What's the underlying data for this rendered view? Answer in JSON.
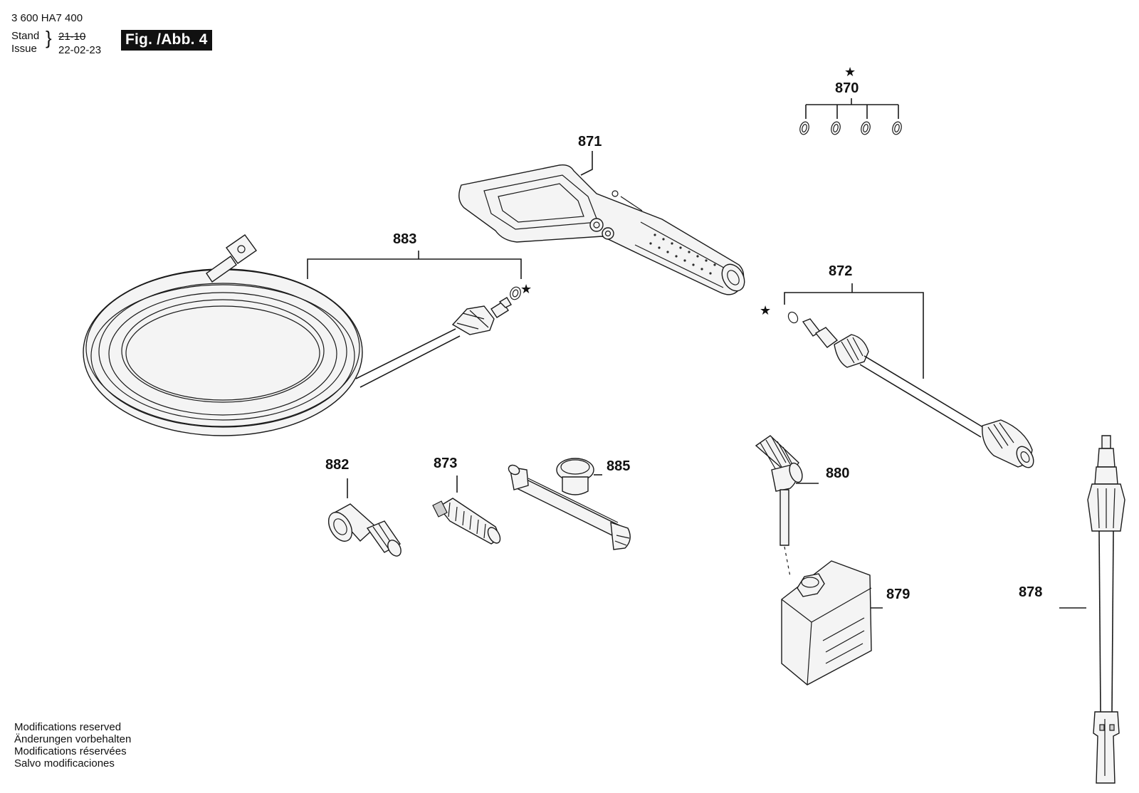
{
  "header": {
    "drawing_number": "3 600 HA7 400",
    "stand_label": "Stand",
    "issue_label": "Issue",
    "old_date": "21-10",
    "new_date": "22-02-23",
    "figure_label": "Fig. /Abb. 4"
  },
  "parts": {
    "p870": "870",
    "p871": "871",
    "p872": "872",
    "p873": "873",
    "p878": "878",
    "p879": "879",
    "p880": "880",
    "p882": "882",
    "p883": "883",
    "p885": "885"
  },
  "markers": {
    "star": "★"
  },
  "footer": {
    "line_en": "Modifications reserved",
    "line_de": "Änderungen vorbehalten",
    "line_fr": "Modifications réservées",
    "line_es": "Salvo modificaciones"
  }
}
